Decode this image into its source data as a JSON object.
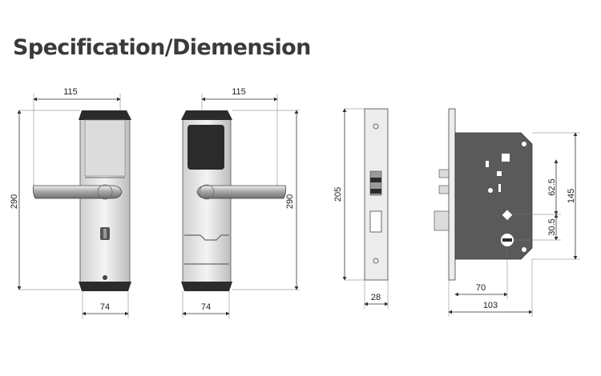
{
  "title": "Specification/Diemension",
  "dimensions": {
    "front_panel_width": "115",
    "back_panel_width": "115",
    "front_panel_height": "290",
    "back_panel_height": "290",
    "front_panel_base_width": "74",
    "back_panel_base_width": "74",
    "faceplate_height": "205",
    "faceplate_width": "28",
    "mortise_depth": "70",
    "mortise_total_width": "103",
    "mortise_height": "145",
    "spindle_to_cylinder": "62.5",
    "cylinder_to_bottom": "30.5"
  },
  "colors": {
    "line": "#333333",
    "panel_fill": "#e6e6e6",
    "dark_cap": "#2b2b2b",
    "mortise_body": "#5a5a5a"
  }
}
